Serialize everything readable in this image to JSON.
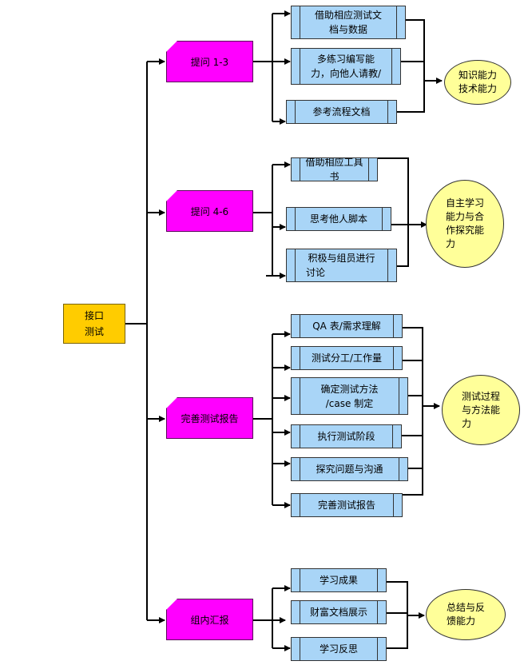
{
  "root": {
    "line1": "接口",
    "line2": "测试"
  },
  "groups": [
    {
      "topic": "提问 1-3",
      "items": [
        {
          "line1": "借助相应测试文",
          "line2": "档与数据"
        },
        {
          "line1": "多练习编写能",
          "line2": "力，向他人请教/"
        },
        {
          "line1": "参考流程文档",
          "line2": ""
        }
      ],
      "ability": {
        "line1": "知识能力",
        "line2": "技术能力",
        "line3": "",
        "line4": ""
      }
    },
    {
      "topic": "提问 4-6",
      "items": [
        {
          "line1": "借助相应工具书",
          "line2": ""
        },
        {
          "line1": "思考他人脚本",
          "line2": ""
        },
        {
          "line1": "积极与组员进行",
          "line2": "讨论"
        }
      ],
      "ability": {
        "line1": "自主学习",
        "line2": "能力与合",
        "line3": "作探究能",
        "line4": "力"
      }
    },
    {
      "topic": "完善测试报告",
      "items": [
        {
          "line1": "QA 表/需求理解",
          "line2": ""
        },
        {
          "line1": "测试分工/工作量",
          "line2": ""
        },
        {
          "line1": "确定测试方法",
          "line2": "/case 制定"
        },
        {
          "line1": "执行测试阶段",
          "line2": ""
        },
        {
          "line1": "探究问题与沟通",
          "line2": ""
        },
        {
          "line1": "完善测试报告",
          "line2": ""
        }
      ],
      "ability": {
        "line1": "测试过程",
        "line2": "与方法能",
        "line3": "力",
        "line4": ""
      }
    },
    {
      "topic": "组内汇报",
      "items": [
        {
          "line1": "学习成果",
          "line2": ""
        },
        {
          "line1": "财富文档展示",
          "line2": ""
        },
        {
          "line1": "学习反思",
          "line2": ""
        }
      ],
      "ability": {
        "line1": "总结与反",
        "line2": "馈能力",
        "line3": "",
        "line4": ""
      }
    }
  ]
}
